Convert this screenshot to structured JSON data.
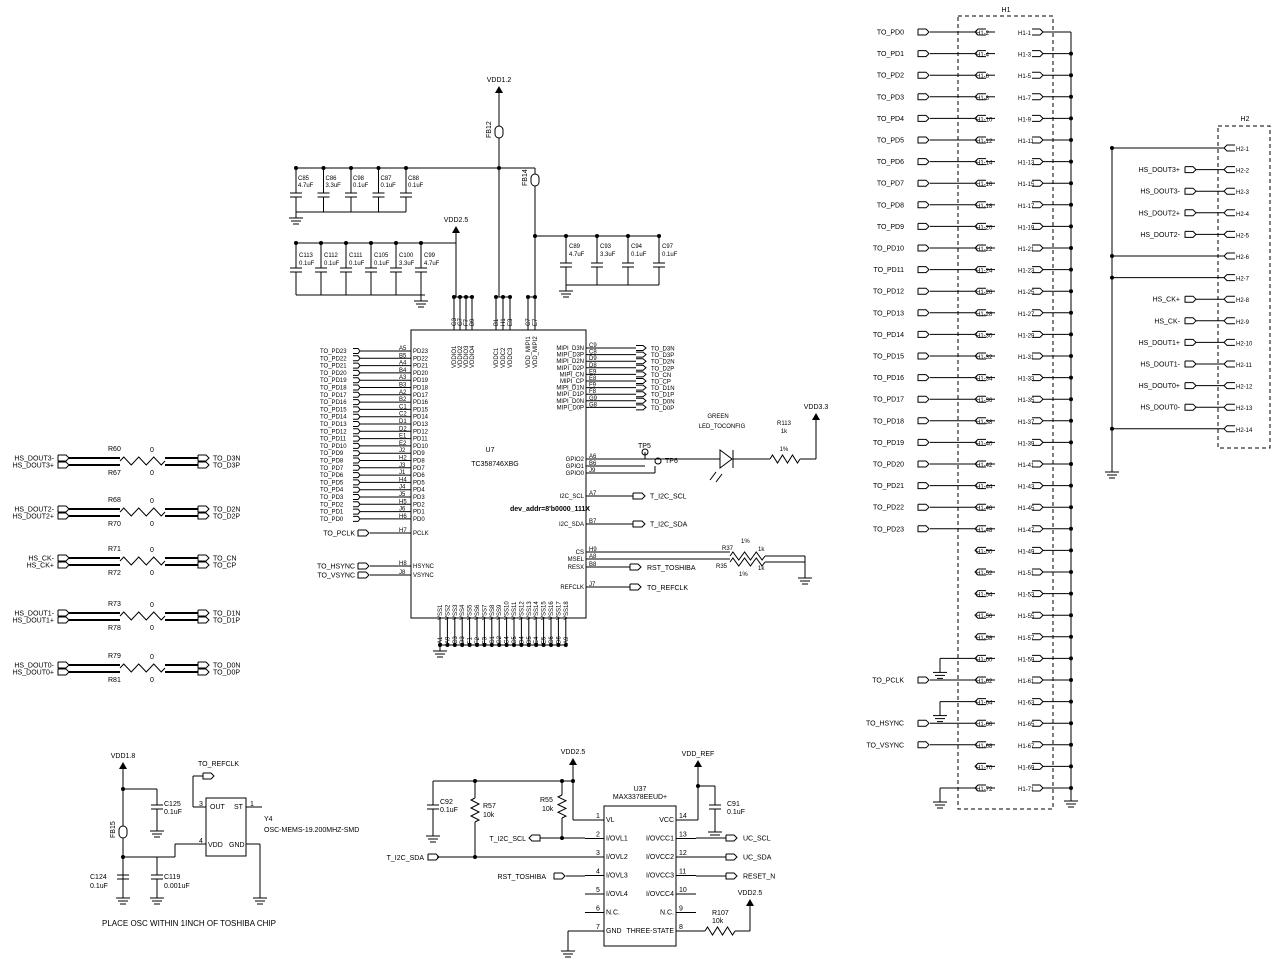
{
  "u7": {
    "ref": "U7",
    "part": "TC358746XBG",
    "addr_note": "dev_addr=8'b0000_111X",
    "left_pins": [
      {
        "pin": "A5",
        "name": "PD23",
        "net": "TO_PD23"
      },
      {
        "pin": "B5",
        "name": "PD22",
        "net": "TO_PD22"
      },
      {
        "pin": "A4",
        "name": "PD21",
        "net": "TO_PD21"
      },
      {
        "pin": "B4",
        "name": "PD20",
        "net": "TO_PD20"
      },
      {
        "pin": "A3",
        "name": "PD19",
        "net": "TO_PD19"
      },
      {
        "pin": "B3",
        "name": "PD18",
        "net": "TO_PD18"
      },
      {
        "pin": "A2",
        "name": "PD17",
        "net": "TO_PD17"
      },
      {
        "pin": "B2",
        "name": "PD16",
        "net": "TO_PD16"
      },
      {
        "pin": "C1",
        "name": "PD15",
        "net": "TO_PD15"
      },
      {
        "pin": "C2",
        "name": "PD14",
        "net": "TO_PD14"
      },
      {
        "pin": "D1",
        "name": "PD13",
        "net": "TO_PD13"
      },
      {
        "pin": "D2",
        "name": "PD12",
        "net": "TO_PD12"
      },
      {
        "pin": "E1",
        "name": "PD11",
        "net": "TO_PD11"
      },
      {
        "pin": "E2",
        "name": "PD10",
        "net": "TO_PD10"
      },
      {
        "pin": "J2",
        "name": "PD9",
        "net": "TO_PD9"
      },
      {
        "pin": "H2",
        "name": "PD8",
        "net": "TO_PD8"
      },
      {
        "pin": "J3",
        "name": "PD7",
        "net": "TO_PD7"
      },
      {
        "pin": "J1",
        "name": "PD6",
        "net": "TO_PD6"
      },
      {
        "pin": "H4",
        "name": "PD5",
        "net": "TO_PD5"
      },
      {
        "pin": "J4",
        "name": "PD4",
        "net": "TO_PD4"
      },
      {
        "pin": "J5",
        "name": "PD3",
        "net": "TO_PD3"
      },
      {
        "pin": "H5",
        "name": "PD2",
        "net": "TO_PD2"
      },
      {
        "pin": "J6",
        "name": "PD1",
        "net": "TO_PD1"
      },
      {
        "pin": "H6",
        "name": "PD0",
        "net": "TO_PD0"
      }
    ],
    "pclk": {
      "pin": "H7",
      "name": "PCLK",
      "net": "TO_PCLK"
    },
    "hsync": {
      "pin": "H8",
      "name": "HSYNC",
      "net": "TO_HSYNC"
    },
    "vsync": {
      "pin": "J8",
      "name": "VSYNC",
      "net": "TO_VSYNC"
    },
    "mipi_pins": [
      {
        "pin": "C9",
        "name": "MIPI_D3N",
        "net": "TO_D3N"
      },
      {
        "pin": "C8",
        "name": "MIPI_D3P",
        "net": "TO_D3P"
      },
      {
        "pin": "D9",
        "name": "MIPI_D2N",
        "net": "TO_D2N"
      },
      {
        "pin": "D8",
        "name": "MIPI_D2P",
        "net": "TO_D2P"
      },
      {
        "pin": "E9",
        "name": "MIPI_CN",
        "net": "TO_CN"
      },
      {
        "pin": "E8",
        "name": "MIPI_CP",
        "net": "TO_CP"
      },
      {
        "pin": "F9",
        "name": "MIPI_D1N",
        "net": "TO_D1N"
      },
      {
        "pin": "F8",
        "name": "MIPI_D1P",
        "net": "TO_D1P"
      },
      {
        "pin": "G9",
        "name": "MIPI_D0N",
        "net": "TO_D0N"
      },
      {
        "pin": "G8",
        "name": "MIPI_D0P",
        "net": "TO_D0P"
      }
    ],
    "gpio": [
      {
        "pin": "A6",
        "name": "GPIO2"
      },
      {
        "pin": "B6",
        "name": "GPIO1"
      },
      {
        "pin": "J9",
        "name": "GPIO0"
      }
    ],
    "i2c_scl": {
      "pin": "A7",
      "name": "I2C_SCL",
      "net": "T_I2C_SCL"
    },
    "i2c_sda": {
      "pin": "B7",
      "name": "I2C_SDA",
      "net": "T_I2C_SDA"
    },
    "cs": {
      "pin": "H9",
      "name": "CS"
    },
    "msel": {
      "pin": "A8",
      "name": "MSEL"
    },
    "resx": {
      "pin": "B8",
      "name": "RESX",
      "net": "RST_TOSHIBA"
    },
    "refclk": {
      "pin": "J7",
      "name": "REFCLK",
      "net": "TO_REFCLK"
    },
    "top_pins": [
      {
        "pin": "G3",
        "name": "VDDIO1"
      },
      {
        "pin": "G7",
        "name": "VDDIO2"
      },
      {
        "pin": "F7",
        "name": "VDDIO3"
      },
      {
        "pin": "B9",
        "name": "VDDIO4"
      },
      {
        "pin": "B1",
        "name": "VDDC1"
      },
      {
        "pin": "H1",
        "name": "VDDC2"
      },
      {
        "pin": "E3",
        "name": "VDDC3"
      },
      {
        "pin": "C7",
        "name": "VDD_MIPI1"
      },
      {
        "pin": "E7",
        "name": "VDD_MIPI2"
      }
    ],
    "vss_pins": [
      {
        "pin": "A1",
        "name": "VSS1"
      },
      {
        "pin": "A9",
        "name": "VSS2"
      },
      {
        "pin": "C3",
        "name": "VSS3"
      },
      {
        "pin": "D3",
        "name": "VSS4"
      },
      {
        "pin": "F1",
        "name": "VSS5"
      },
      {
        "pin": "F2",
        "name": "VSS6"
      },
      {
        "pin": "F3",
        "name": "VSS7"
      },
      {
        "pin": "G1",
        "name": "VSS8"
      },
      {
        "pin": "G2",
        "name": "VSS9"
      },
      {
        "pin": "C4",
        "name": "VSS10"
      },
      {
        "pin": "C5",
        "name": "VSS11"
      },
      {
        "pin": "D4",
        "name": "VSS12"
      },
      {
        "pin": "D5",
        "name": "VSS13"
      },
      {
        "pin": "E4",
        "name": "VSS14"
      },
      {
        "pin": "E5",
        "name": "VSS15"
      },
      {
        "pin": "C6",
        "name": "VSS16"
      },
      {
        "pin": "D6",
        "name": "VSS17"
      },
      {
        "pin": "A9",
        "name": "VSS18"
      }
    ]
  },
  "power": {
    "vdd12": "VDD1.2",
    "vdd25": "VDD2.5",
    "vdd33": "VDD3.3",
    "vdd18": "VDD1.8",
    "vdd_ref": "VDD_REF",
    "fb12": "FB12",
    "fb14": "FB14",
    "fb15": "FB15"
  },
  "caps_vddc": [
    {
      "ref": "C85",
      "val": "4.7uF"
    },
    {
      "ref": "C86",
      "val": "3.3uF"
    },
    {
      "ref": "C98",
      "val": "0.1uF"
    },
    {
      "ref": "C87",
      "val": "0.1uF"
    },
    {
      "ref": "C88",
      "val": "0.1uF"
    }
  ],
  "caps_vddio": [
    {
      "ref": "C113",
      "val": "0.1uF"
    },
    {
      "ref": "C112",
      "val": "0.1uF"
    },
    {
      "ref": "C111",
      "val": "0.1uF"
    },
    {
      "ref": "C105",
      "val": "0.1uF"
    },
    {
      "ref": "C100",
      "val": "3.3uF"
    },
    {
      "ref": "C99",
      "val": "4.7uF"
    }
  ],
  "caps_mipi": [
    {
      "ref": "C89",
      "val": "4.7uF"
    },
    {
      "ref": "C93",
      "val": "3.3uF"
    },
    {
      "ref": "C94",
      "val": "0.1uF"
    },
    {
      "ref": "C97",
      "val": "0.1uF"
    }
  ],
  "led": {
    "label": "GREEN",
    "ref": "LED_TOCONFIG"
  },
  "r113": {
    "ref": "R113",
    "val": "1k",
    "tol": "1%"
  },
  "tp5": "TP5",
  "tp6": "TP6",
  "r37": {
    "ref": "R37",
    "val": "1k",
    "tol": "1%"
  },
  "r35": {
    "ref": "R35",
    "val": "1k",
    "tol": "1%"
  },
  "series_res": [
    {
      "top_net": "HS_DOUT3-",
      "bot_net": "HS_DOUT3+",
      "r1": "R60",
      "r2": "R67",
      "val": "0",
      "out1": "TO_D3N",
      "out2": "TO_D3P"
    },
    {
      "top_net": "HS_DOUT2-",
      "bot_net": "HS_DOUT2+",
      "r1": "R68",
      "r2": "R70",
      "val": "0",
      "out1": "TO_D2N",
      "out2": "TO_D2P"
    },
    {
      "top_net": "HS_CK-",
      "bot_net": "HS_CK+",
      "r1": "R71",
      "r2": "R72",
      "val": "0",
      "out1": "TO_CN",
      "out2": "TO_CP"
    },
    {
      "top_net": "HS_DOUT1-",
      "bot_net": "HS_DOUT1+",
      "r1": "R73",
      "r2": "R78",
      "val": "0",
      "out1": "TO_D1N",
      "out2": "TO_D1P"
    },
    {
      "top_net": "HS_DOUT0-",
      "bot_net": "HS_DOUT0+",
      "r1": "R79",
      "r2": "R81",
      "val": "0",
      "out1": "TO_D0N",
      "out2": "TO_D0P"
    }
  ],
  "osc": {
    "ref": "Y4",
    "part": "OSC-MEMS-19.200MHZ-SMD",
    "pins": [
      {
        "n": "3",
        "name": "OUT"
      },
      {
        "n": "1",
        "name": "ST"
      },
      {
        "n": "4",
        "name": "VDD"
      },
      {
        "n": "2",
        "name": "GND"
      }
    ],
    "c125": {
      "ref": "C125",
      "val": "0.1uF"
    },
    "c124": {
      "ref": "C124",
      "val": "0.1uF"
    },
    "c119": {
      "ref": "C119",
      "val": "0.001uF"
    },
    "net": "TO_REFCLK",
    "note": "PLACE OSC WITHIN 1INCH OF TOSHIBA CHIP"
  },
  "u37": {
    "ref": "U37",
    "part": "MAX3378EEUD+",
    "left": [
      {
        "n": "1",
        "name": "VL"
      },
      {
        "n": "2",
        "name": "I/OVL1"
      },
      {
        "n": "3",
        "name": "I/OVL2"
      },
      {
        "n": "4",
        "name": "I/OVL3"
      },
      {
        "n": "5",
        "name": "I/OVL4"
      },
      {
        "n": "6",
        "name": "N.C."
      },
      {
        "n": "7",
        "name": "GND"
      }
    ],
    "right": [
      {
        "n": "14",
        "name": "VCC"
      },
      {
        "n": "13",
        "name": "I/OVCC1"
      },
      {
        "n": "12",
        "name": "I/OVCC2"
      },
      {
        "n": "11",
        "name": "I/OVCC3"
      },
      {
        "n": "10",
        "name": "I/OVCC4"
      },
      {
        "n": "9",
        "name": "N.C."
      },
      {
        "n": "8",
        "name": "THREE-STATE"
      }
    ],
    "nets": {
      "scl": "T_I2C_SCL",
      "sda": "T_I2C_SDA",
      "rst": "RST_TOSHIBA",
      "uc_scl": "UC_SCL",
      "uc_sda": "UC_SDA",
      "reset": "RESET_N"
    },
    "c92": {
      "ref": "C92",
      "val": "0.1uF"
    },
    "r57": {
      "ref": "R57",
      "val": "10k"
    },
    "r55": {
      "ref": "R55",
      "val": "10k"
    },
    "c91": {
      "ref": "C91",
      "val": "0.1uF"
    },
    "r107": {
      "ref": "R107",
      "val": "10k"
    }
  },
  "h1": {
    "ref": "H1",
    "rows": [
      {
        "e": "H1-2",
        "o": "H1-1",
        "net": "TO_PD0"
      },
      {
        "e": "H1-4",
        "o": "H1-3",
        "net": "TO_PD1"
      },
      {
        "e": "H1-6",
        "o": "H1-5",
        "net": "TO_PD2"
      },
      {
        "e": "H1-8",
        "o": "H1-7",
        "net": "TO_PD3"
      },
      {
        "e": "H1-10",
        "o": "H1-9",
        "net": "TO_PD4"
      },
      {
        "e": "H1-12",
        "o": "H1-11",
        "net": "TO_PD5"
      },
      {
        "e": "H1-14",
        "o": "H1-13",
        "net": "TO_PD6"
      },
      {
        "e": "H1-16",
        "o": "H1-15",
        "net": "TO_PD7"
      },
      {
        "e": "H1-18",
        "o": "H1-17",
        "net": "TO_PD8"
      },
      {
        "e": "H1-20",
        "o": "H1-19",
        "net": "TO_PD9"
      },
      {
        "e": "H1-22",
        "o": "H1-21",
        "net": "TO_PD10"
      },
      {
        "e": "H1-24",
        "o": "H1-23",
        "net": "TO_PD11"
      },
      {
        "e": "H1-26",
        "o": "H1-25",
        "net": "TO_PD12"
      },
      {
        "e": "H1-28",
        "o": "H1-27",
        "net": "TO_PD13"
      },
      {
        "e": "H1-30",
        "o": "H1-29",
        "net": "TO_PD14"
      },
      {
        "e": "H1-32",
        "o": "H1-31",
        "net": "TO_PD15"
      },
      {
        "e": "H1-34",
        "o": "H1-33",
        "net": "TO_PD16"
      },
      {
        "e": "H1-36",
        "o": "H1-35",
        "net": "TO_PD17"
      },
      {
        "e": "H1-38",
        "o": "H1-37",
        "net": "TO_PD18"
      },
      {
        "e": "H1-40",
        "o": "H1-39",
        "net": "TO_PD19"
      },
      {
        "e": "H1-42",
        "o": "H1-41",
        "net": "TO_PD20"
      },
      {
        "e": "H1-44",
        "o": "H1-43",
        "net": "TO_PD21"
      },
      {
        "e": "H1-46",
        "o": "H1-45",
        "net": "TO_PD22"
      },
      {
        "e": "H1-48",
        "o": "H1-47",
        "net": "TO_PD23"
      },
      {
        "e": "H1-50",
        "o": "H1-49",
        "net": ""
      },
      {
        "e": "H1-52",
        "o": "H1-51",
        "net": ""
      },
      {
        "e": "H1-54",
        "o": "H1-53",
        "net": ""
      },
      {
        "e": "H1-56",
        "o": "H1-55",
        "net": ""
      },
      {
        "e": "H1-58",
        "o": "H1-57",
        "net": ""
      },
      {
        "e": "H1-60",
        "o": "H1-59",
        "net": "GND"
      },
      {
        "e": "H1-62",
        "o": "H1-61",
        "net": "TO_PCLK"
      },
      {
        "e": "H1-64",
        "o": "H1-63",
        "net": "GND"
      },
      {
        "e": "H1-66",
        "o": "H1-65",
        "net": "TO_HSYNC"
      },
      {
        "e": "H1-68",
        "o": "H1-67",
        "net": "TO_VSYNC"
      },
      {
        "e": "H1-70",
        "o": "H1-69",
        "net": ""
      },
      {
        "e": "H1-72",
        "o": "H1-71",
        "net": "GND"
      }
    ]
  },
  "h2": {
    "ref": "H2",
    "rows": [
      {
        "pin": "H2-1",
        "net": ""
      },
      {
        "pin": "H2-2",
        "net": "HS_DOUT3+"
      },
      {
        "pin": "H2-3",
        "net": "HS_DOUT3-"
      },
      {
        "pin": "H2-4",
        "net": "HS_DOUT2+"
      },
      {
        "pin": "H2-5",
        "net": "HS_DOUT2-"
      },
      {
        "pin": "H2-6",
        "net": ""
      },
      {
        "pin": "H2-7",
        "net": ""
      },
      {
        "pin": "H2-8",
        "net": "HS_CK+"
      },
      {
        "pin": "H2-9",
        "net": "HS_CK-"
      },
      {
        "pin": "H2-10",
        "net": "HS_DOUT1+"
      },
      {
        "pin": "H2-11",
        "net": "HS_DOUT1-"
      },
      {
        "pin": "H2-12",
        "net": "HS_DOUT0+"
      },
      {
        "pin": "H2-13",
        "net": "HS_DOUT0-"
      },
      {
        "pin": "H2-14",
        "net": ""
      }
    ]
  }
}
